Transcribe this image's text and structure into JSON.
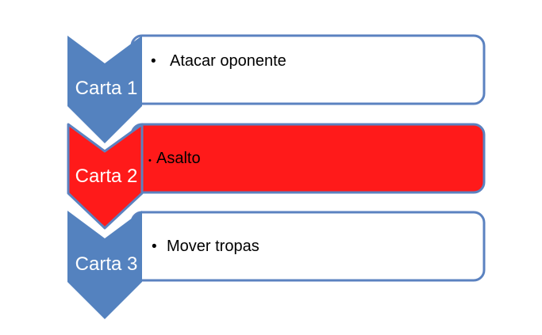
{
  "steps": [
    {
      "label": "Carta 1",
      "item": "Atacar oponente",
      "chevron_color": "#5482bf",
      "box_fill": "#ffffff",
      "box_stroke": "#5b82c0"
    },
    {
      "label": "Carta 2",
      "item": "Asalto",
      "chevron_color": "#ff1a1a",
      "box_fill": "#ff1a1a",
      "box_stroke": "#5b82c0"
    },
    {
      "label": "Carta 3",
      "item": "Mover tropas",
      "chevron_color": "#5482bf",
      "box_fill": "#ffffff",
      "box_stroke": "#5b82c0"
    }
  ]
}
